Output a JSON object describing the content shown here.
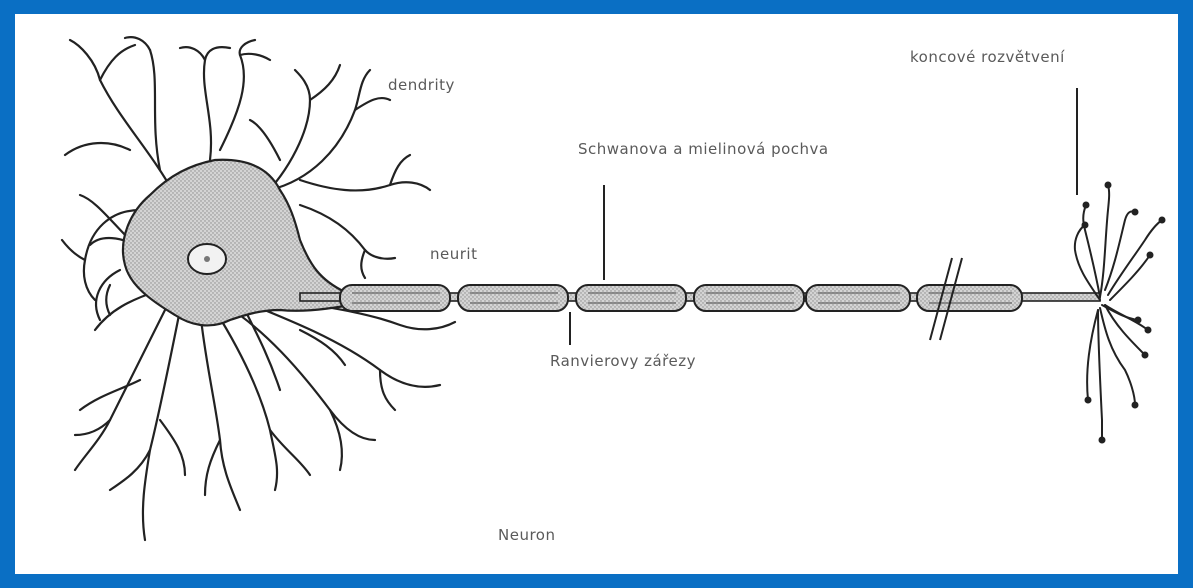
{
  "diagram": {
    "labels": {
      "dendrites": "dendrity",
      "terminal_branching": "koncové rozvětvení",
      "schwann_sheath": "Schwanova a mielinová pochva",
      "neurite": "neurit",
      "ranvier_nodes": "Ranvierovy zářezy",
      "caption": "Neuron"
    },
    "colors": {
      "frame": "#0a6fc4",
      "background": "#ffffff",
      "line": "#222222",
      "soma_fill": "#c8c8c8",
      "label_text": "#5a5a5a"
    }
  }
}
